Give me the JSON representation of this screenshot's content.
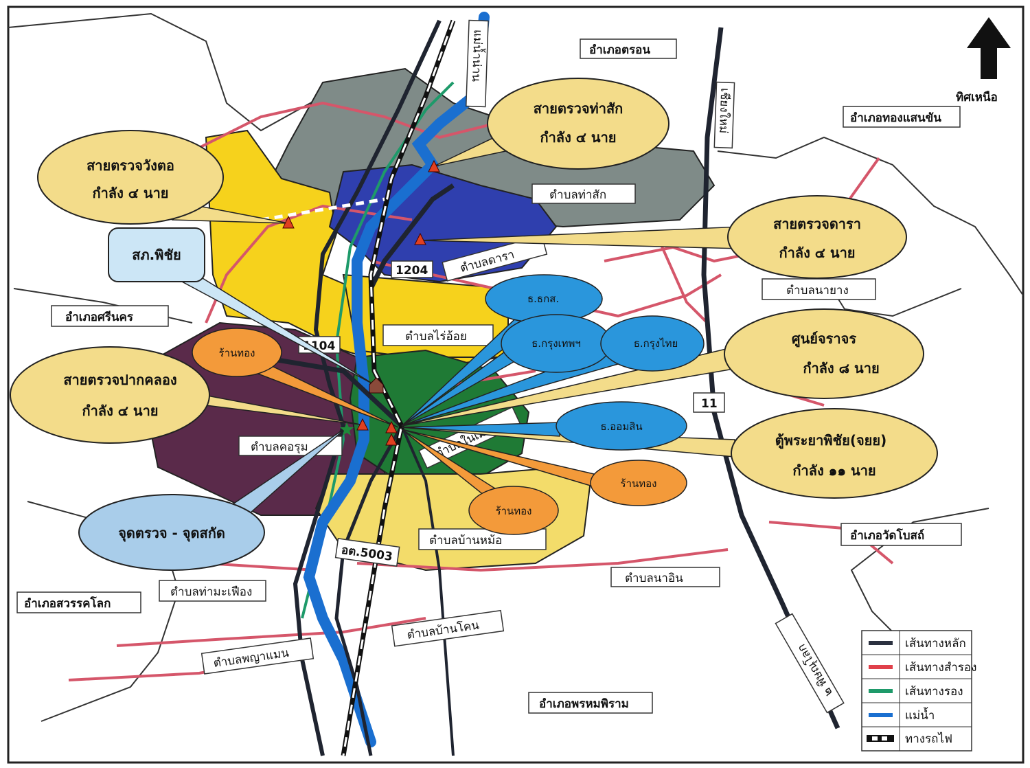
{
  "north": {
    "label": "ทิศเหนือ"
  },
  "districts": {
    "tron": "อำเภอตรอน",
    "thong_saen_khan": "อำเภอทองแสนขัน",
    "si_nakhon": "อำเภอศรีนคร",
    "sawankhalok": "อำเภอสวรรคโลก",
    "phrom_phiram": "อำเภอพรหมพิราม",
    "wat_bot": "อำเภอวัดโบสถ์"
  },
  "subdistricts": {
    "tha_sak": "ตำบลท่าสัก",
    "dara": "ตำบลดารา",
    "na_yang": "ตำบลนายาง",
    "rai_oi": "ตำบลไร่อ้อย",
    "kho_rum": "ตำบลคอรุม",
    "nai_mueang": "ตำบลในเมือง",
    "ban_mo": "ตำบลบ้านหม้อ",
    "na_in": "ตำบลนาอิน",
    "tha_mafueang": "ตำบลท่ามะเฟือง",
    "ban_khon": "ตำบลบ้านโคน",
    "phaya_maen": "ตำบลพญาแมน"
  },
  "roads": {
    "r1204": "1204",
    "r1104": "1104",
    "r11": "11",
    "r5003": "อต.5003",
    "river_nan": "แม่น้ำน่าน",
    "to_chiang_mai": "เชียงใหม่",
    "to_south": "๒ พิษณุโลก"
  },
  "callouts": {
    "wang_to": {
      "title": "สายตรวจวังตอ",
      "force": "กำลัง ๔ นาย"
    },
    "tha_sak": {
      "title": "สายตรวจท่าสัก",
      "force": "กำลัง ๔ นาย"
    },
    "dara": {
      "title": "สายตรวจดารา",
      "force": "กำลัง ๔ นาย"
    },
    "police_station": {
      "title": "สภ.พิชัย"
    },
    "traffic": {
      "title": "ศูนย์จราจร",
      "force": "กำลัง ๘ นาย"
    },
    "pak_khlong": {
      "title": "สายตรวจปากคลอง",
      "force": "กำลัง ๔ นาย"
    },
    "phraya_phichai": {
      "title": "ตู้พระยาพิชัย(จยย)",
      "force": "กำลัง ๑๑ นาย"
    },
    "checkpoint": {
      "title": "จุดตรวจ - จุดสกัด"
    }
  },
  "banks": {
    "baac": "ธ.ธกส.",
    "bangkok": "ธ.กรุงเทพฯ",
    "krungthai": "ธ.กรุงไทย",
    "gsb": "ธ.ออมสิน"
  },
  "gold_shops": [
    "ร้านทอง",
    "ร้านทอง",
    "ร้านทอง"
  ],
  "legend": [
    {
      "label": "เส้นทางหลัก",
      "color": "#2b3140"
    },
    {
      "label": "เส้นทางสำรอง",
      "color": "#e0404a"
    },
    {
      "label": "เส้นทางรอง",
      "color": "#1e9a6a"
    },
    {
      "label": "แม่น้ำ",
      "color": "#1a6fd0"
    },
    {
      "label": "ทางรถไฟ",
      "color": "#111111"
    }
  ],
  "colors": {
    "tha_sak": "#7f8b88",
    "dara": "#2f3fae",
    "yellow": "#f6d21c",
    "kho_rum": "#5a2a4a",
    "nai_mueang": "#1f7a35",
    "ban_mo": "#f3dc6a",
    "callout": "#f3dc8a",
    "bank": "#2a96dc",
    "gold": "#f39a3a",
    "police": "#cce6f6",
    "checkpoint": "#a9cdea"
  }
}
